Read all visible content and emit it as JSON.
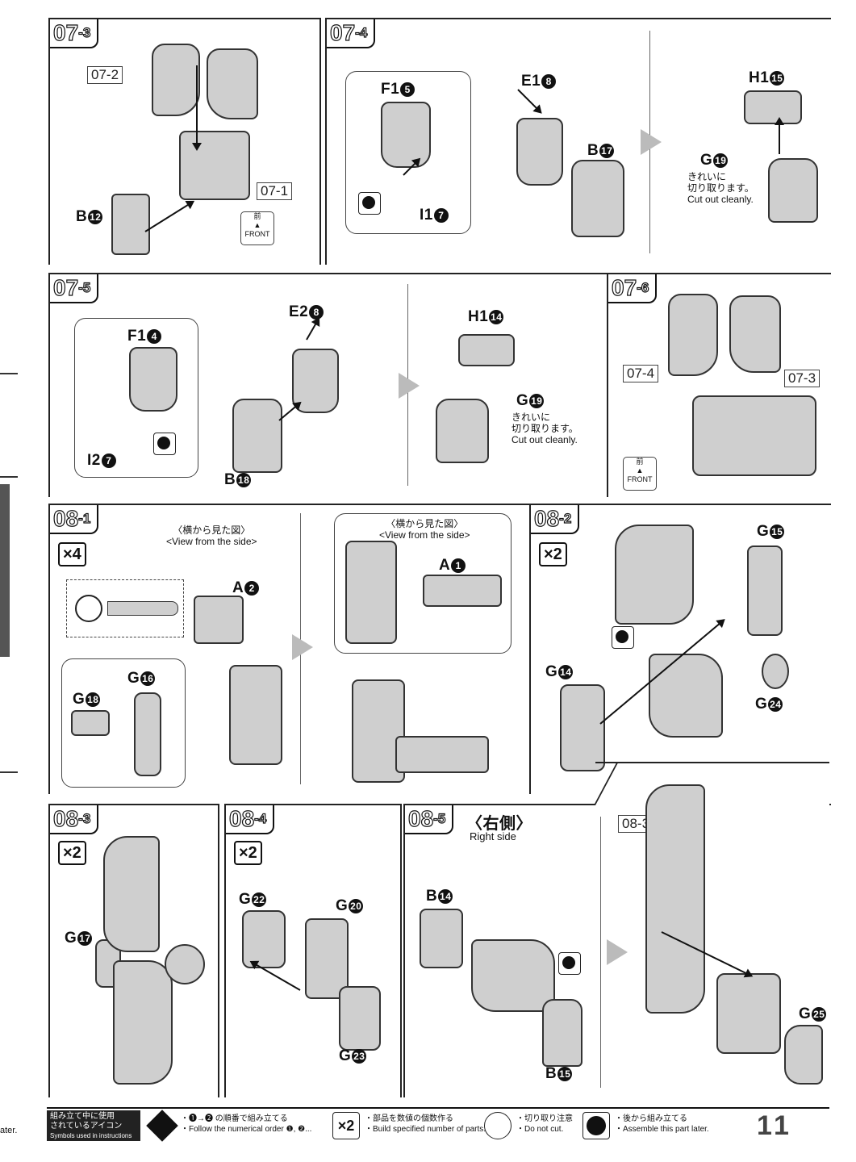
{
  "page_number": "11",
  "steps": {
    "s07_3": {
      "main": "07",
      "sub": "-3",
      "refs": [
        "07-2",
        "07-1"
      ],
      "parts": [
        {
          "id": "B",
          "num": "12"
        }
      ],
      "front_jp": "前",
      "front_en": "FRONT"
    },
    "s07_4": {
      "main": "07",
      "sub": "-4",
      "parts": [
        {
          "id": "F1",
          "num": "5"
        },
        {
          "id": "E1",
          "num": "8"
        },
        {
          "id": "B",
          "num": "17"
        },
        {
          "id": "I1",
          "num": "7"
        },
        {
          "id": "H1",
          "num": "15"
        },
        {
          "id": "G",
          "num": "19"
        }
      ],
      "cut_jp_1": "きれいに",
      "cut_jp_2": "切り取ります。",
      "cut_en": "Cut out cleanly."
    },
    "s07_5": {
      "main": "07",
      "sub": "-5",
      "parts": [
        {
          "id": "F1",
          "num": "4"
        },
        {
          "id": "E2",
          "num": "8"
        },
        {
          "id": "I2",
          "num": "7"
        },
        {
          "id": "B",
          "num": "18"
        },
        {
          "id": "H1",
          "num": "14"
        },
        {
          "id": "G",
          "num": "19"
        }
      ],
      "cut_jp_1": "きれいに",
      "cut_jp_2": "切り取ります。",
      "cut_en": "Cut out cleanly."
    },
    "s07_6": {
      "main": "07",
      "sub": "-6",
      "refs": [
        "07-4",
        "07-3"
      ],
      "front_jp": "前",
      "front_en": "FRONT"
    },
    "s08_1": {
      "main": "08",
      "sub": "-1",
      "mult": "×4",
      "view_jp": "〈横から見た図〉",
      "view_en": "<View from the side>",
      "parts": [
        {
          "id": "A",
          "num": "2"
        },
        {
          "id": "A",
          "num": "1"
        },
        {
          "id": "G",
          "num": "18"
        },
        {
          "id": "G",
          "num": "16"
        }
      ]
    },
    "s08_2": {
      "main": "08",
      "sub": "-2",
      "mult": "×2",
      "parts": [
        {
          "id": "G",
          "num": "15"
        },
        {
          "id": "G",
          "num": "14"
        },
        {
          "id": "G",
          "num": "24"
        }
      ]
    },
    "s08_3": {
      "main": "08",
      "sub": "-3",
      "mult": "×2",
      "parts": [
        {
          "id": "G",
          "num": "17"
        }
      ]
    },
    "s08_4": {
      "main": "08",
      "sub": "-4",
      "mult": "×2",
      "parts": [
        {
          "id": "G",
          "num": "22"
        },
        {
          "id": "G",
          "num": "20"
        },
        {
          "id": "G",
          "num": "23"
        }
      ]
    },
    "s08_5": {
      "main": "08",
      "sub": "-5",
      "side_jp": "〈右側〉",
      "side_en": "Right side",
      "refs": [
        "08-3"
      ],
      "parts": [
        {
          "id": "B",
          "num": "14"
        },
        {
          "id": "B",
          "num": "15"
        },
        {
          "id": "G",
          "num": "25"
        }
      ]
    }
  },
  "footer": {
    "title_1": "組み立て中に使用",
    "title_2": "されているアイコン",
    "title_3": "Symbols used in instructions",
    "icon1_jp": "・❶→❷ の順番で組み立てる",
    "icon1_en": "・Follow the numerical order ❶, ❷...",
    "icon2_label": "×2",
    "icon2_jp": "・部品を数値の個数作る",
    "icon2_en": "・Build specified number of parts.",
    "icon3_jp": "・切り取り注意",
    "icon3_en": "・Do not cut.",
    "icon4_jp": "・後から組み立てる",
    "icon4_en": "・Assemble this part later."
  },
  "left_edge_text": "ater."
}
